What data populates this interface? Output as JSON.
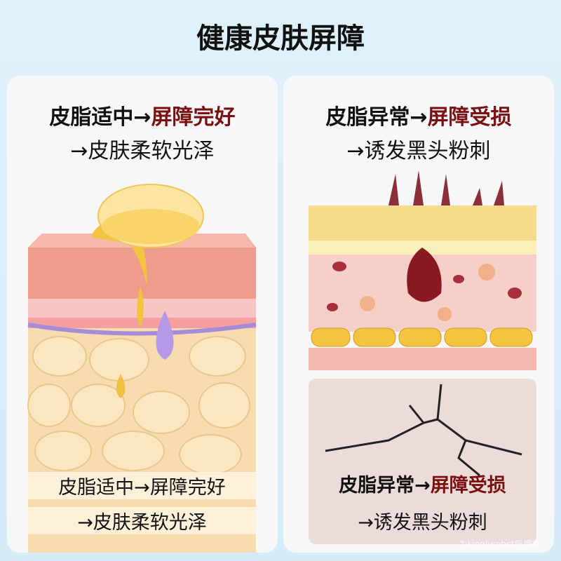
{
  "title": "健康皮肤屏障",
  "left": {
    "line1_a": "皮脂适中→",
    "line1_b": "屏障完好",
    "line2": "→皮肤柔软光泽",
    "caption1_a": "皮脂适中→",
    "caption1_b": "屏障完好",
    "caption2": "→皮肤柔软光泽"
  },
  "right": {
    "line1_a": "皮脂异常→",
    "line1_b": "屏障受损",
    "line2": "→诱发黑头粉刺",
    "caption1_a": "皮脂异常→",
    "caption1_b": "屏障受损",
    "caption2": "→诱发黑头粉刺"
  },
  "watermark": "为kinglyrobot所拥有",
  "colors": {
    "accent": "#7a1010"
  }
}
